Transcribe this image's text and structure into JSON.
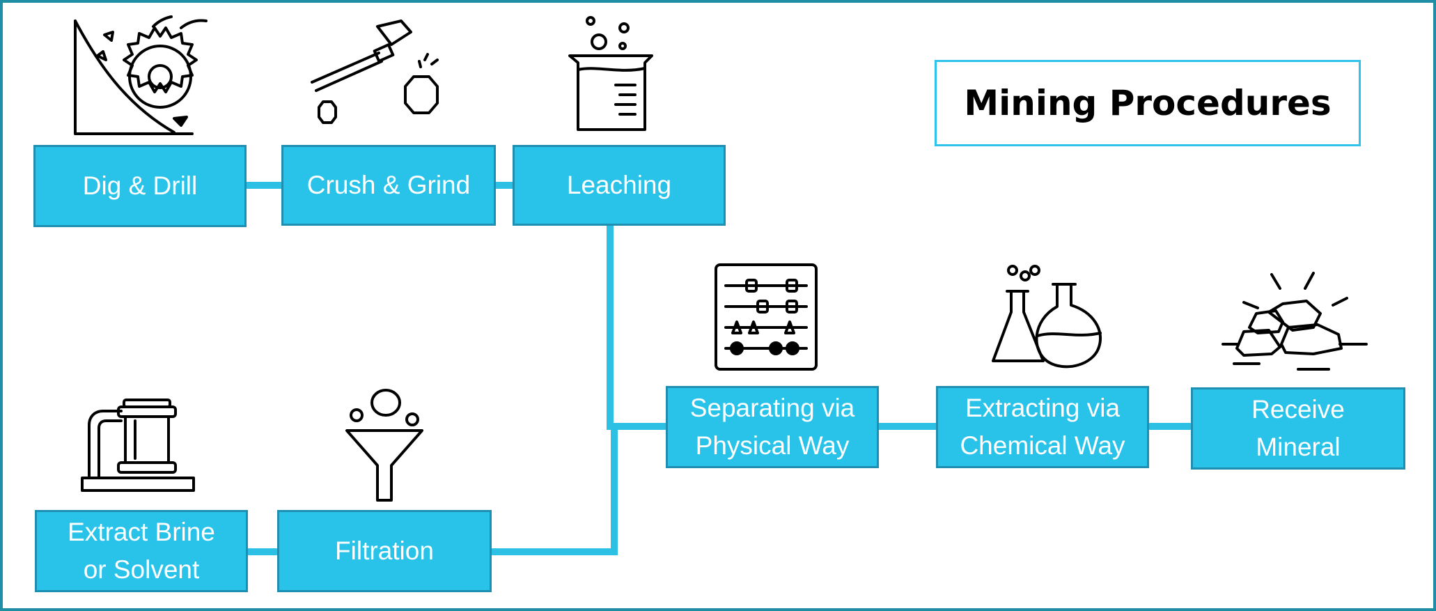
{
  "title": "Mining Procedures",
  "colors": {
    "box_fill": "#29c3e9",
    "box_border": "#1e8fb0",
    "connector": "#2bc0e4",
    "frame_border": "#1f8ea5",
    "title_border": "#2ec3e8"
  },
  "steps": [
    {
      "id": "dig",
      "label": "Dig & Drill",
      "icon": "saw-blade-digging-icon"
    },
    {
      "id": "crush",
      "label": "Crush & Grind",
      "icon": "hammer-rock-icon"
    },
    {
      "id": "leach",
      "label": "Leaching",
      "icon": "beaker-icon"
    },
    {
      "id": "separate",
      "label": "Separating via\nPhysical Way",
      "icon": "sorting-tray-icon"
    },
    {
      "id": "extract_chem",
      "label": "Extracting via\nChemical Way",
      "icon": "flasks-icon"
    },
    {
      "id": "receive",
      "label": "Receive\nMineral",
      "icon": "mineral-rocks-icon"
    },
    {
      "id": "brine",
      "label": "Extract Brine\nor Solvent",
      "icon": "pump-tank-icon"
    },
    {
      "id": "filter",
      "label": "Filtration",
      "icon": "funnel-icon"
    }
  ]
}
